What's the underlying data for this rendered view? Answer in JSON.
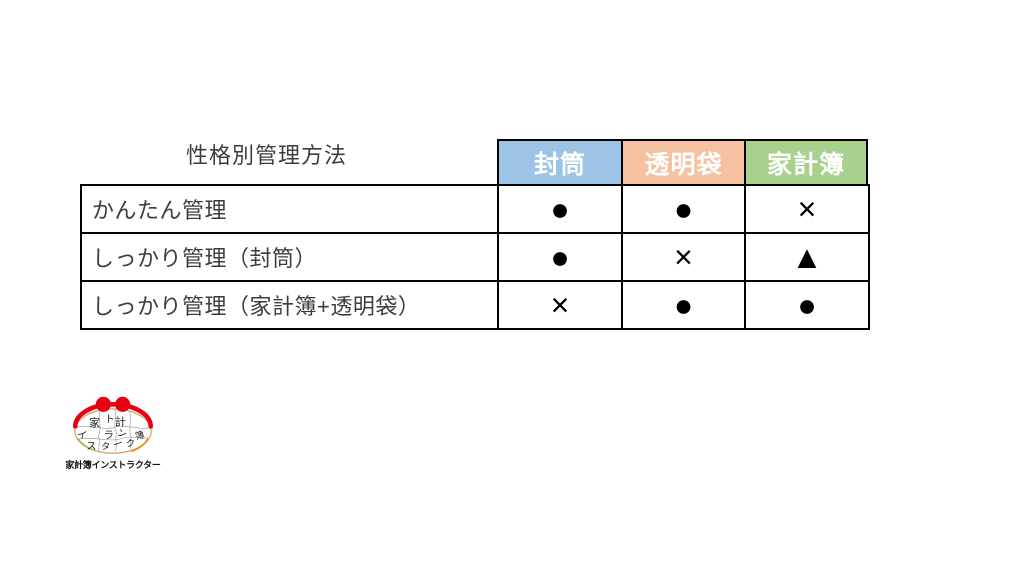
{
  "slide": {
    "background": "#ffffff"
  },
  "title": "性格別管理方法",
  "table": {
    "border_color": "#000000",
    "columns": [
      {
        "label": "封筒",
        "color": "#9DC3E6"
      },
      {
        "label": "透明袋",
        "color": "#F4C2A0"
      },
      {
        "label": "家計簿",
        "color": "#A9D18E"
      }
    ],
    "rows": [
      {
        "label": "かんたん管理",
        "values": [
          "●",
          "●",
          "×"
        ]
      },
      {
        "label": "しっかり管理（封筒）",
        "values": [
          "●",
          "×",
          "▲"
        ]
      },
      {
        "label": "しっかり管理（家計簿+透明袋）",
        "values": [
          "×",
          "●",
          "●"
        ]
      }
    ]
  },
  "logo": {
    "caption": "家計簿インストラクター",
    "accent_color": "#E60012",
    "letters": [
      "家",
      "ト",
      "計",
      "簿",
      "イ",
      "ラ",
      "ン",
      "ス",
      "タ",
      "ー",
      "ク"
    ]
  },
  "chart_data": {
    "type": "table",
    "title": "性格別管理方法",
    "columns": [
      "封筒",
      "透明袋",
      "家計簿"
    ],
    "column_header_colors": [
      "#9DC3E6",
      "#F4C2A0",
      "#A9D18E"
    ],
    "rows": [
      {
        "label": "かんたん管理",
        "values": [
          "●",
          "●",
          "×"
        ]
      },
      {
        "label": "しっかり管理（封筒）",
        "values": [
          "●",
          "×",
          "▲"
        ]
      },
      {
        "label": "しっかり管理（家計簿+透明袋）",
        "values": [
          "×",
          "●",
          "●"
        ]
      }
    ]
  }
}
